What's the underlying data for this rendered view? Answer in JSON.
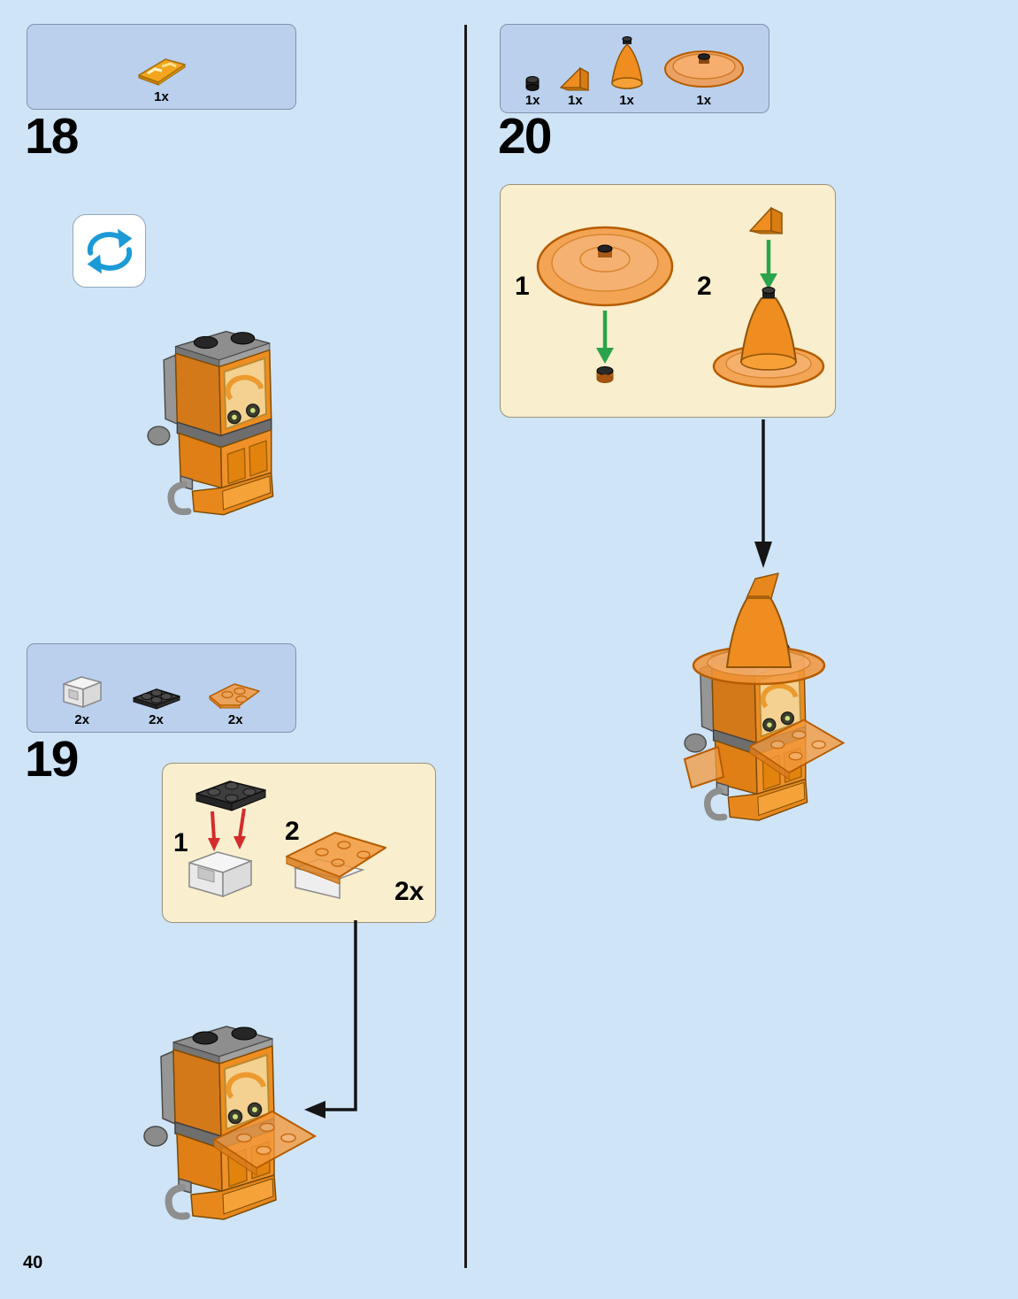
{
  "page": {
    "number": "40",
    "background": "#cfe4f6"
  },
  "colors": {
    "parts_box": "#bad0ed",
    "callout_box": "#f9eecd",
    "brick_orange": "#ee8d20",
    "trans_orange": "#f29a3f",
    "grey": "#8e8e8e",
    "arrow_black": "#151515",
    "arrow_green": "#2aa44c",
    "arrow_red": "#d42b2b",
    "rotate_blue": "#1b9ad6"
  },
  "icons": {
    "rotate_symbol": "circular-rotate-arrows",
    "assembly_arrow": "black-arrow",
    "insert_arrow_green": "green-assembly-arrow",
    "insert_arrow_red": "red-assembly-arrow"
  },
  "step18": {
    "number": "18",
    "parts": [
      {
        "name": "printed-orange-tile",
        "count": "1x"
      }
    ]
  },
  "step19": {
    "number": "19",
    "parts": [
      {
        "name": "white-bracket",
        "count": "2x"
      },
      {
        "name": "black-plate-2x2",
        "count": "2x"
      },
      {
        "name": "trans-orange-wedge-plate",
        "count": "2x"
      }
    ],
    "callout": {
      "sub1": "1",
      "sub2": "2",
      "assembly_count": "2x"
    }
  },
  "step20": {
    "number": "20",
    "parts": [
      {
        "name": "black-round-plate-1x1",
        "count": "1x"
      },
      {
        "name": "orange-slope-cheese",
        "count": "1x"
      },
      {
        "name": "orange-cone",
        "count": "1x"
      },
      {
        "name": "trans-orange-dish",
        "count": "1x"
      }
    ],
    "callout": {
      "sub1": "1",
      "sub2": "2"
    }
  }
}
